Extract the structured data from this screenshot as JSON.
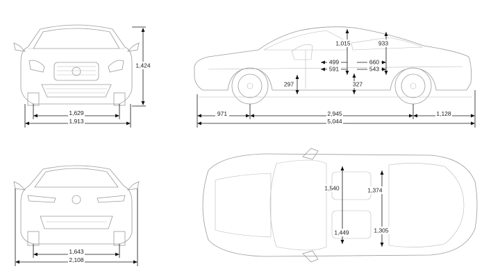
{
  "front_view": {
    "height": "1,424",
    "track": "1,629",
    "width": "1,913"
  },
  "side_view": {
    "headroom_front": "1,015",
    "headroom_rear": "933",
    "legroom_front_a": "499",
    "legroom_front_b": "591",
    "legroom_rear_a": "660",
    "legroom_rear_b": "543",
    "seat_height_front": "297",
    "seat_height_rear": "327",
    "front_overhang": "971",
    "wheelbase": "2,945",
    "rear_overhang": "1,128",
    "length": "5,044"
  },
  "rear_view": {
    "track": "1,643",
    "width_mirrors": "2,108"
  },
  "top_view": {
    "shoulder_front": "1,540",
    "shoulder_rear": "1,374",
    "hip_front": "1,449",
    "hip_rear": "1,305"
  }
}
